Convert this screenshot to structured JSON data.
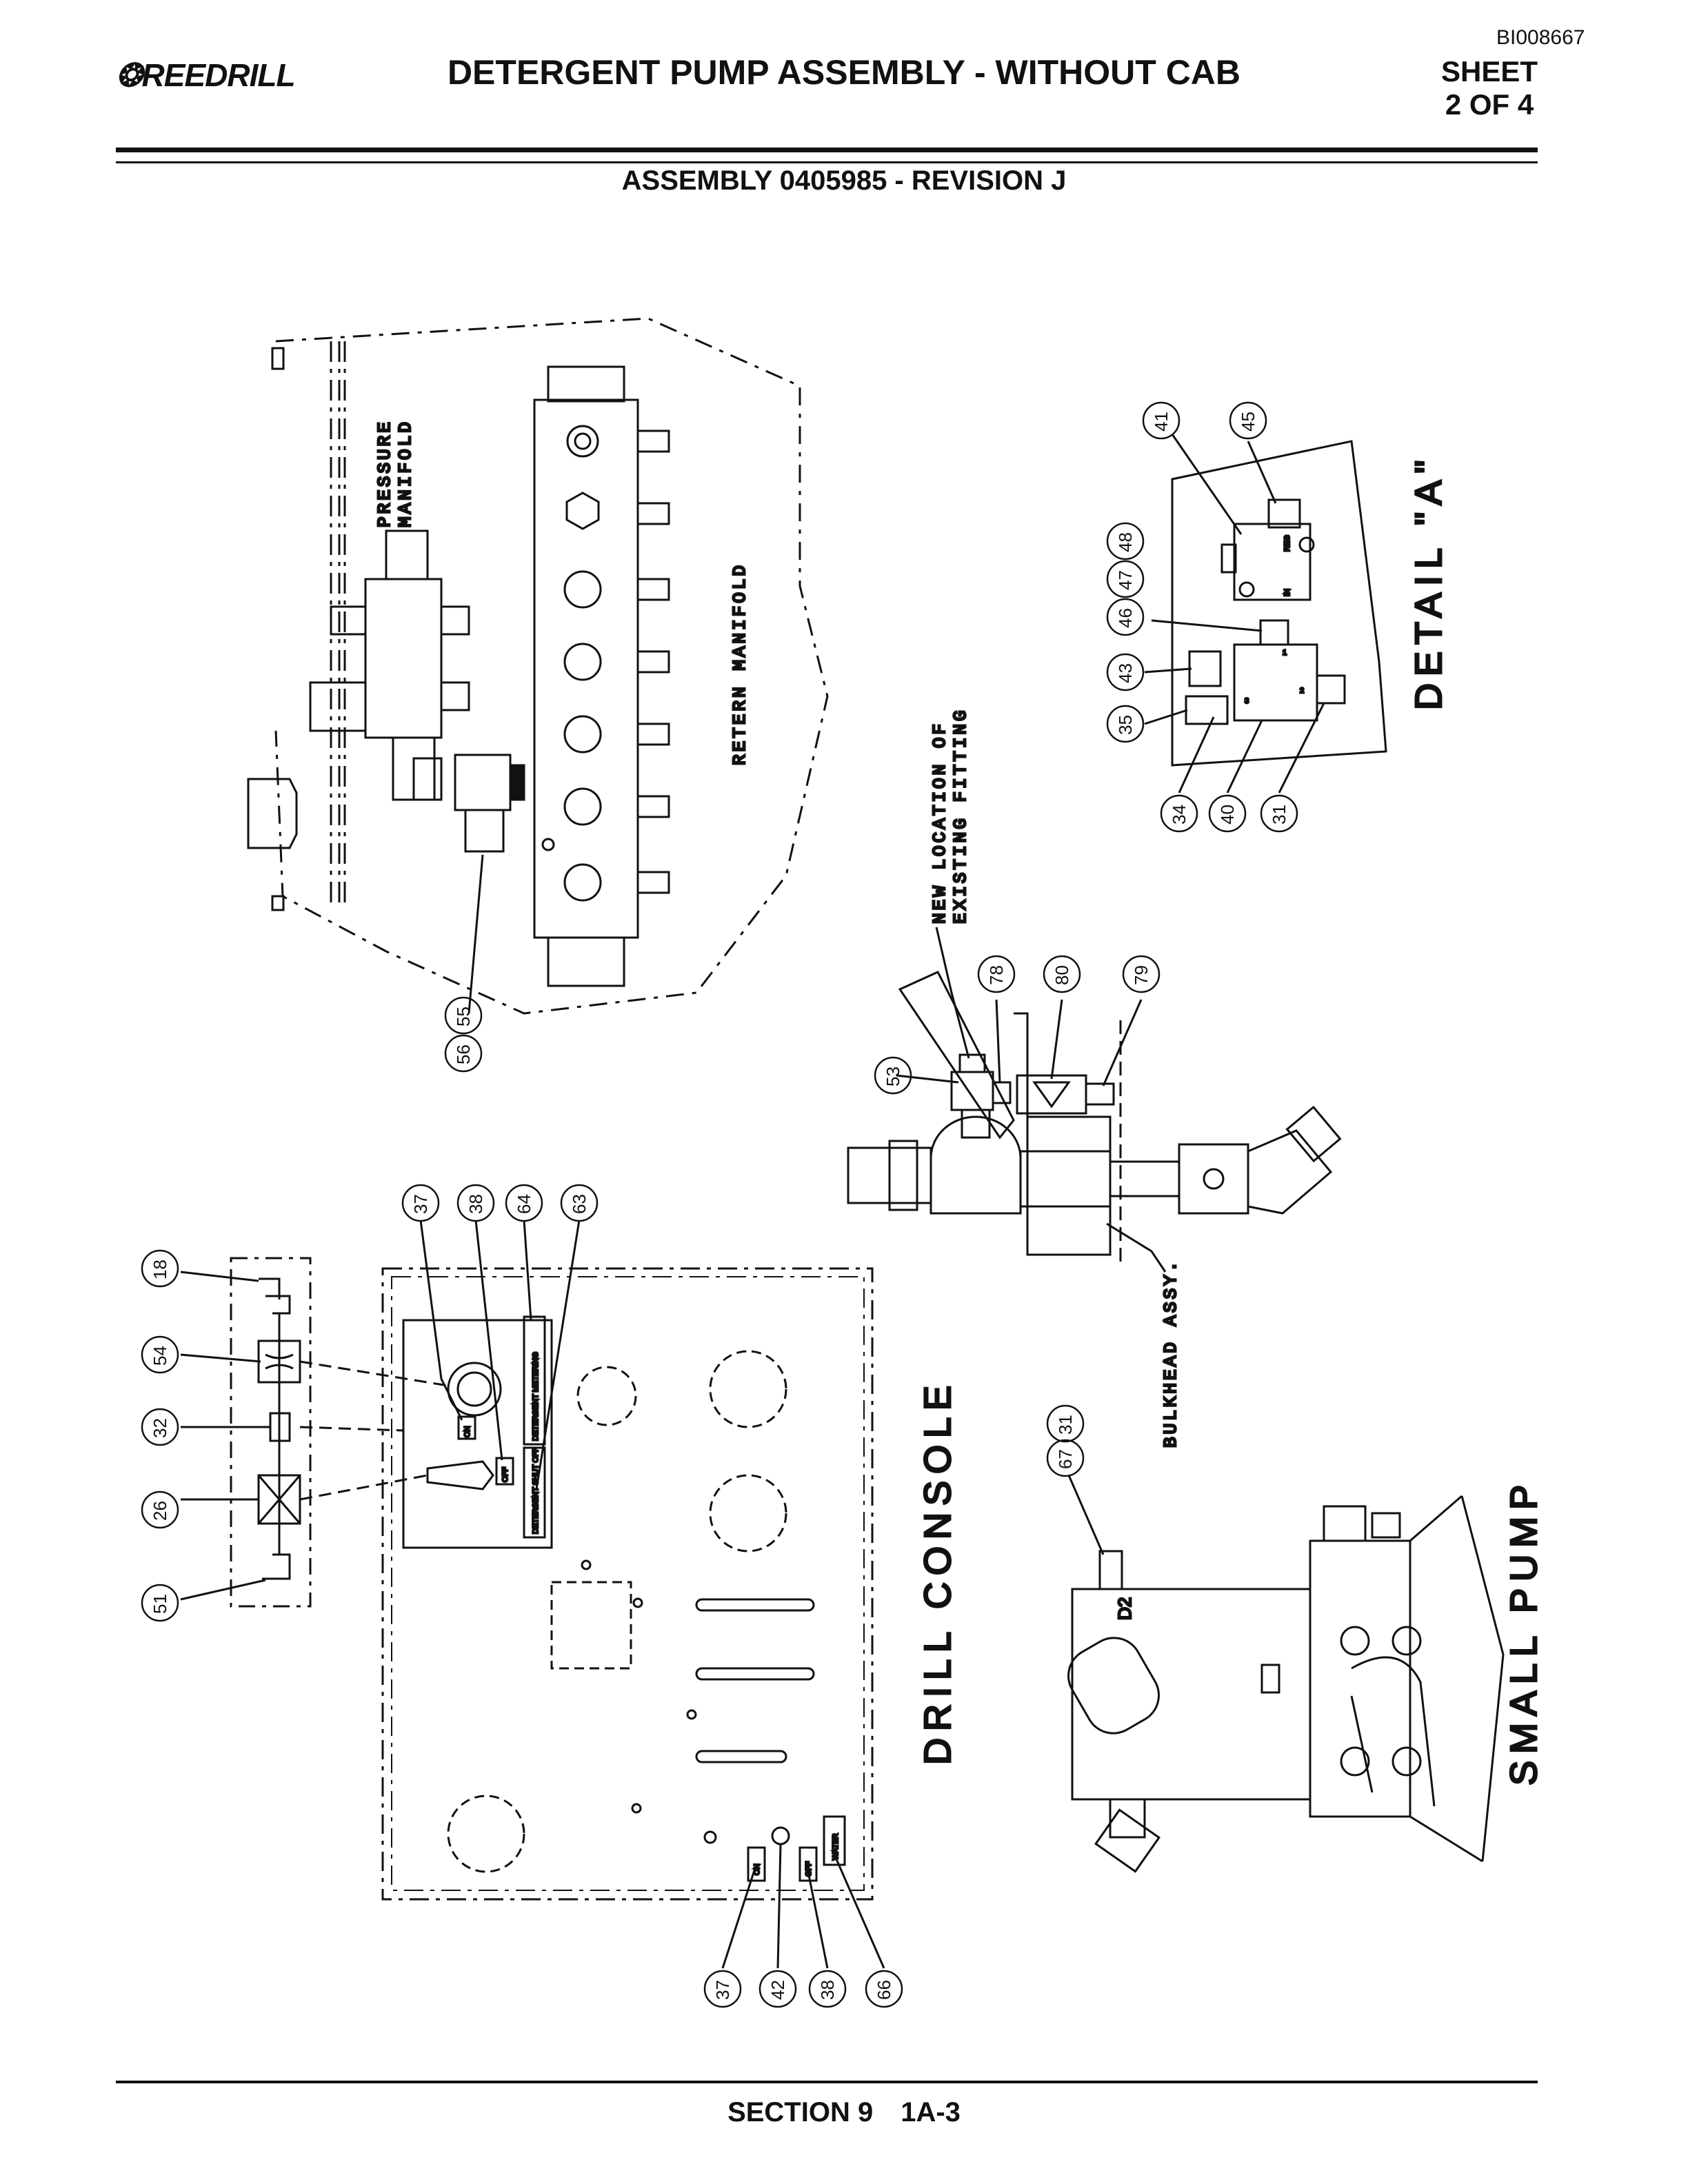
{
  "header": {
    "doc_id": "BI008667",
    "brand": "REEDRILL",
    "title": "DETERGENT PUMP ASSEMBLY - WITHOUT CAB",
    "sheet_label": "SHEET",
    "sheet_number": "2  OF 4",
    "assembly": "ASSEMBLY 0405985 - REVISION J"
  },
  "footer": {
    "section": "SECTION 9",
    "page": "1A-3"
  },
  "labels": {
    "pressure_manifold_1": "PRESSURE",
    "pressure_manifold_2": "MANIFOLD",
    "return_manifold": "RETERN MANIFOLD",
    "new_location_1": "NEW LOCATION OF",
    "new_location_2": "EXISTING FITTING",
    "bulkhead": "BULKHEAD ASSY.",
    "detail_a": "DETAIL \"A\"",
    "drill_console": "DRILL CONSOLE",
    "small_pump": "SMALL PUMP",
    "d2": "D2",
    "reg": "REG",
    "in": "IN",
    "port_1": "1",
    "port_3": "3",
    "port_2": "2"
  },
  "panel_labels": {
    "on": "ON",
    "off": "OFF",
    "detergent_metering": "DETERGENT METERING",
    "detergent_shut_off": "DETERGENT SHUT OFF",
    "water": "WATER"
  },
  "callouts": {
    "c41": "41",
    "c45": "45",
    "c48": "48",
    "c47": "47",
    "c46": "46",
    "c43": "43",
    "c35": "35",
    "c34": "34",
    "c40": "40",
    "c31a": "31",
    "c55": "55",
    "c56": "56",
    "c78": "78",
    "c80": "80",
    "c79": "79",
    "c53": "53",
    "c37a": "37",
    "c38a": "38",
    "c64": "64",
    "c63": "63",
    "c18": "18",
    "c54": "54",
    "c32": "32",
    "c26": "26",
    "c51": "51",
    "c67": "67",
    "c31b": "31",
    "c37b": "37",
    "c42": "42",
    "c38b": "38",
    "c66": "66"
  }
}
